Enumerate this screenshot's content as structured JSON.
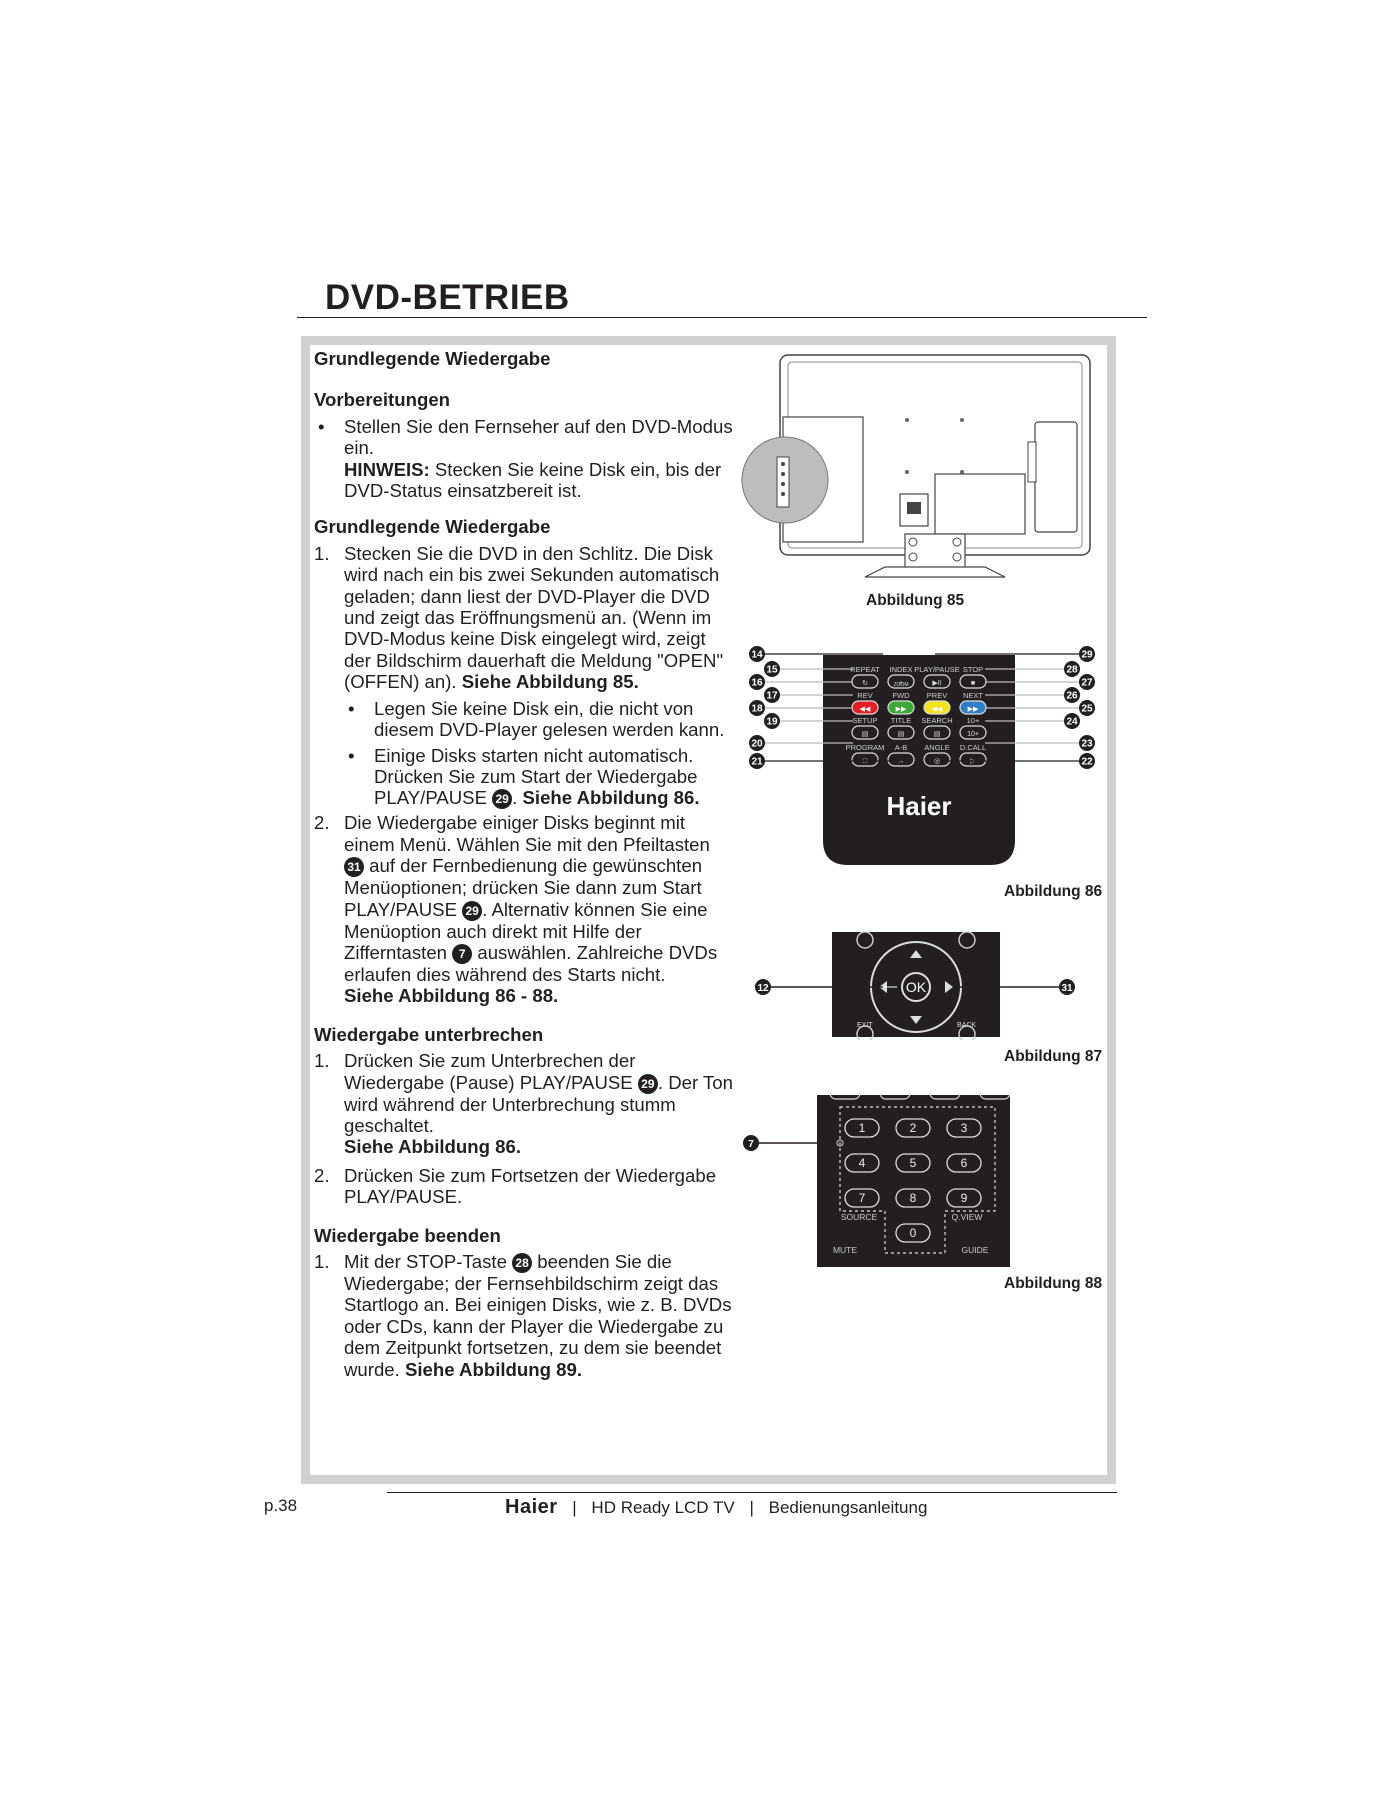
{
  "title": "DVD-BETRIEB",
  "intro_heading": "Grundlegende Wiedergabe",
  "prep": {
    "heading": "Vorbereitungen",
    "bullet_1": "Stellen Sie den Fernseher auf den DVD-Modus ein.",
    "note_label": "HINWEIS:",
    "note_text": " Stecken Sie keine Disk ein, bis der DVD-Status einsatzbereit ist."
  },
  "basic": {
    "heading": "Grundlegende Wiedergabe",
    "item_1": {
      "num": "1.",
      "text": "Stecken Sie die DVD in den Schlitz. Die Disk wird nach ein bis zwei Sekunden automatisch geladen; dann liest der DVD-Player die DVD und zeigt das Eröffnungsmenü an. (Wenn im DVD-Modus keine Disk eingelegt wird, zeigt der Bildschirm dauerhaft die Meldung \"OPEN\" (OFFEN) an).",
      "ref": " Siehe Abbildung 85.",
      "sub_1": "Legen Sie keine Disk ein, die nicht von diesem DVD-Player gelesen werden kann.",
      "sub_2_a": "Einige Disks starten nicht automatisch. Drücken Sie zum Start der Wiedergabe PLAY/PAUSE ",
      "sub_2_num": "29",
      "sub_2_b": ". ",
      "sub_2_ref": "Siehe Abbildung 86."
    },
    "item_2": {
      "num": "2.",
      "a": "Die Wiedergabe einiger Disks beginnt mit einem Menü. Wählen Sie mit den Pfeiltasten ",
      "n1": "31",
      "b": " auf der Fernbedienung die gewünschten Menüoptionen; drücken Sie dann zum Start PLAY/PAUSE ",
      "n2": "29",
      "c": ". Alternativ können Sie eine Menüoption auch direkt mit Hilfe der Zifferntasten ",
      "n3": "7",
      "d": " auswählen. Zahlreiche DVDs erlaufen dies während des Starts nicht.",
      "ref": "Siehe Abbildung 86 - 88."
    }
  },
  "pause": {
    "heading": "Wiedergabe unterbrechen",
    "item_1": {
      "num": "1.",
      "a": "Drücken Sie zum Unterbrechen der Wiedergabe (Pause) PLAY/PAUSE ",
      "n": "29",
      "b": ". Der Ton wird während der Unterbrechung stumm geschaltet.",
      "ref": "Siehe Abbildung 86."
    },
    "item_2": {
      "num": "2.",
      "text": "Drücken Sie zum Fortsetzen der Wiedergabe PLAY/PAUSE."
    }
  },
  "stop": {
    "heading": "Wiedergabe beenden",
    "item_1": {
      "num": "1.",
      "a": "Mit der STOP-Taste ",
      "n": "28",
      "b": " beenden Sie die Wiedergabe; der Fernsehbildschirm zeigt das Startlogo an. Bei einigen Disks, wie z. B. DVDs oder CDs, kann der Player die Wiedergabe zu dem Zeitpunkt fortsetzen, zu dem sie beendet wurde.",
      "ref": " Siehe Abbildung 89."
    }
  },
  "figures": {
    "fig85": {
      "caption": "Abbildung 85"
    },
    "fig86": {
      "caption": "Abbildung 86",
      "brand": "Haier",
      "button_labels": [
        "REPEAT",
        "INDEX",
        "PLAY/PAUSE",
        "STOP",
        "REV",
        "FWD",
        "PREV",
        "NEXT",
        "SETUP",
        "TITLE",
        "SEARCH",
        "10+",
        "PROGRAM",
        "A-B",
        "ANGLE",
        "D.CALL"
      ],
      "zoom_label": "ZOOM",
      "callouts_left": [
        "14",
        "15",
        "16",
        "17",
        "18",
        "19",
        "20",
        "21"
      ],
      "callouts_right": [
        "29",
        "28",
        "27",
        "26",
        "25",
        "24",
        "23",
        "22"
      ]
    },
    "fig87": {
      "caption": "Abbildung 87",
      "ok": "OK",
      "exit": "EXIT",
      "back": "BACK",
      "callout_left": "12",
      "callout_right": "31"
    },
    "fig88": {
      "caption": "Abbildung 88",
      "digits": [
        "1",
        "2",
        "3",
        "4",
        "5",
        "6",
        "7",
        "8",
        "9",
        "0"
      ],
      "source": "SOURCE",
      "qview": "Q.VIEW",
      "mute": "MUTE",
      "guide": "GUIDE",
      "callout": "7"
    }
  },
  "footer": {
    "page": "p.38",
    "brand": "Haier",
    "sep": "|",
    "product": "HD Ready LCD TV",
    "manual": "Bedienungsanleitung"
  }
}
